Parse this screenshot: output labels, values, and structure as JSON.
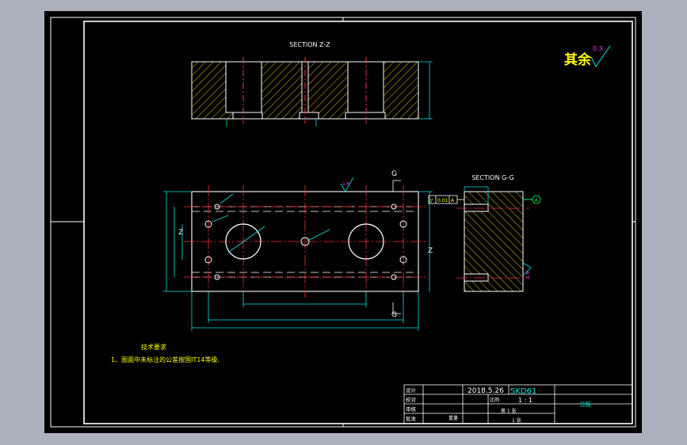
{
  "sheet": {
    "section_top_label": "SECTION Z-Z",
    "section_side_label": "SECTION G-G",
    "roughness_note": "其余",
    "roughness_value": "0.3",
    "datum_a": "A",
    "cut_labels": {
      "g_top": "G",
      "g_bottom": "G",
      "z_left": "Z",
      "z_right": "Z"
    },
    "tolerance_frame": {
      "symbol": "//",
      "value": "0.01",
      "datum": "A"
    },
    "roughness_top": "1.6",
    "roughness_side": "1.6"
  },
  "notes": {
    "title": "技术要求",
    "line1": "1、图面中未标注的公差按国IT14等级."
  },
  "title_block": {
    "date": "2018.5.26",
    "material": "SKD61",
    "scale_label": "比例",
    "scale_value": "1 : 1",
    "sheet_count": "1  张",
    "sheet_of": "第  1  张",
    "part_name": "压板",
    "row_design": "设计",
    "row_check": "校对",
    "row_review": "审核",
    "row_approve": "批准",
    "weight_label": "重量"
  }
}
